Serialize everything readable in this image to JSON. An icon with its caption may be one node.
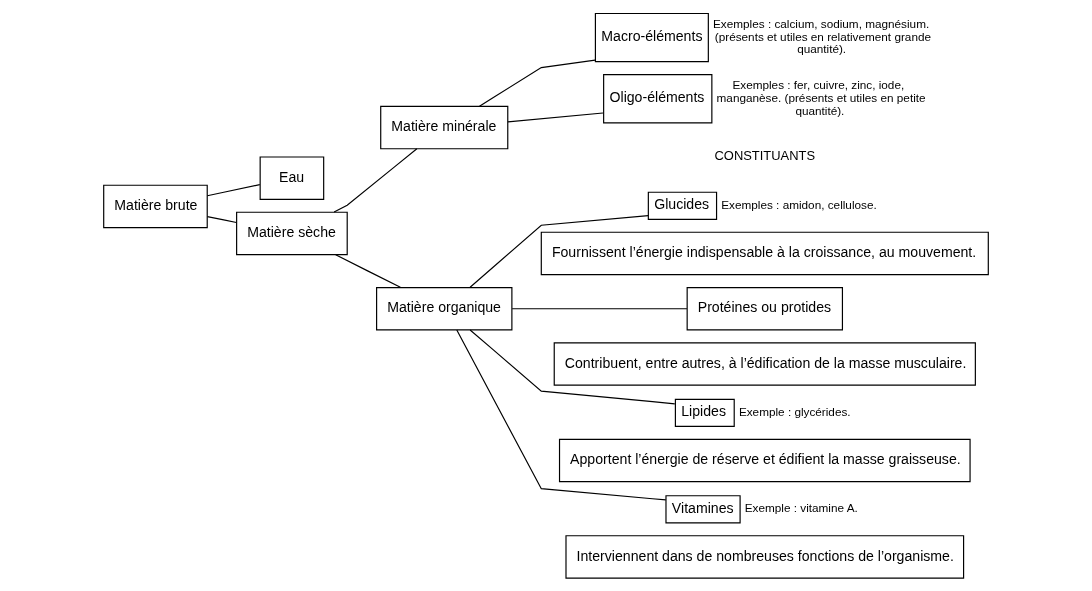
{
  "diagram": {
    "nodes": [
      {
        "text": [
          "Matière brute"
        ]
      },
      {
        "text": [
          "Eau"
        ]
      },
      {
        "text": [
          "Matière sèche"
        ]
      },
      {
        "text": [
          "Matière minérale"
        ]
      },
      {
        "text": [
          "Macro-éléments"
        ],
        "beside": [
          "Exemples : calcium, sodium, magnésium. (présents et utiles en relativement grande quantité)."
        ]
      },
      {
        "text": [
          "Oligo-éléments"
        ],
        "beside": [
          "Exemples : fer, cuivre, zinc, iode, manganèse. (présents et utiles en petite quantité)."
        ]
      },
      {
        "text": [
          "Matière organique"
        ]
      },
      {
        "text": [
          "Glucides"
        ],
        "beside": [
          "Exemples : amidon, cellulose."
        ]
      },
      {
        "text": [
          "Fournissent l’énergie indispensable à la croissance, au mouvement."
        ]
      },
      {
        "text": [
          "Protéines ou protides"
        ]
      },
      {
        "text": [
          "Contribuent, entre autres, à l’édification de la masse musculaire."
        ]
      },
      {
        "text": [
          "Lipides"
        ],
        "beside": [
          "Exemple : glycérides."
        ]
      },
      {
        "text": [
          "Apportent l’énergie de réserve et édifient la masse graisseuse."
        ]
      },
      {
        "text": [
          "Vitamines"
        ],
        "beside": [
          "Exemple : vitamine A."
        ]
      },
      {
        "text": [
          "Interviennent dans de nombreuses fonctions de l’organisme."
        ]
      }
    ],
    "edges": [
      {
        "from": 0,
        "to": 1,
        "arrow": "none"
      },
      {
        "from": 0,
        "to": 2,
        "arrow": "none"
      },
      {
        "from": 2,
        "to": 3,
        "arrow": "none"
      },
      {
        "from": 2,
        "to": 6,
        "arrow": "none"
      },
      {
        "from": 3,
        "to": 4,
        "arrow": "none"
      },
      {
        "from": 3,
        "to": 5,
        "arrow": "none"
      },
      {
        "from": 6,
        "to": 7,
        "arrow": "none"
      },
      {
        "from": 6,
        "to": 9,
        "arrow": "none"
      },
      {
        "from": 6,
        "to": 11,
        "arrow": "none"
      },
      {
        "from": 6,
        "to": 13,
        "arrow": "none"
      }
    ],
    "labels": [
      "CONSTITUANTS"
    ]
  }
}
